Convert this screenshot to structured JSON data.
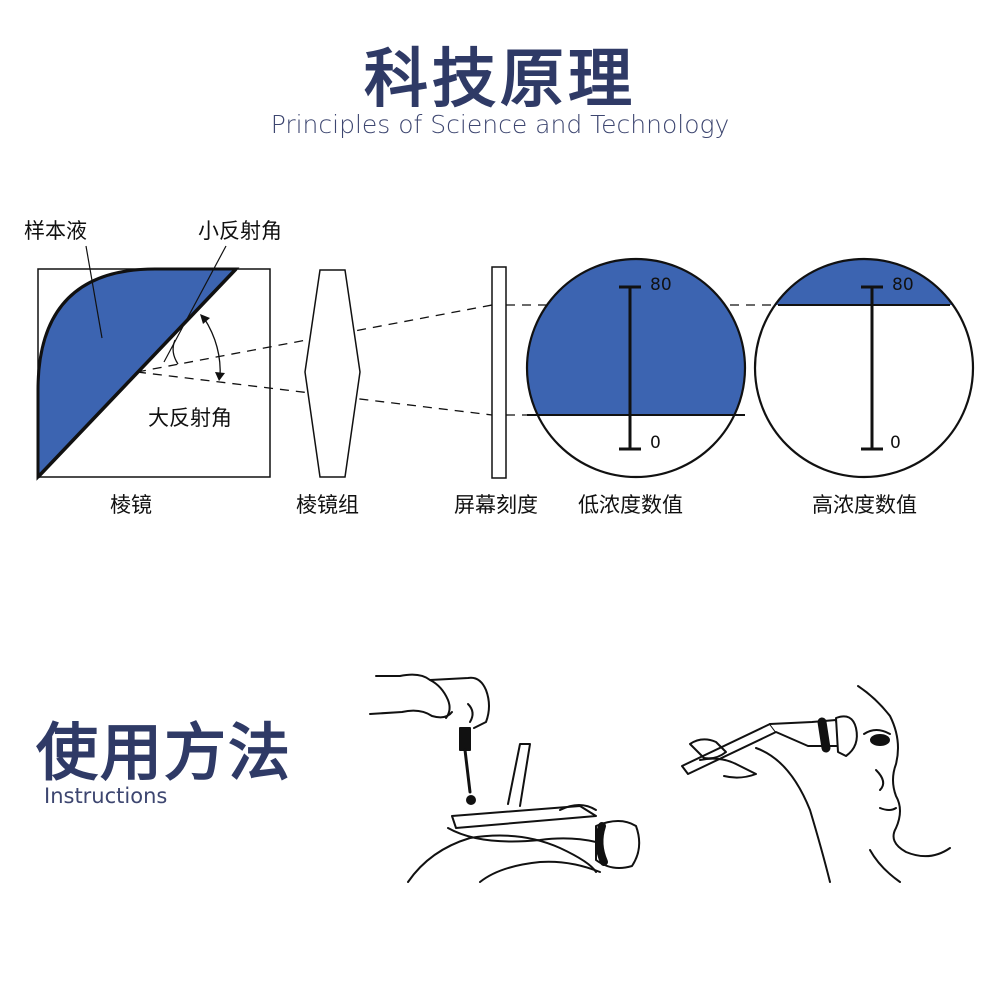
{
  "header": {
    "title": "科技原理",
    "subtitle": "Principles of Science and Technology"
  },
  "diagram": {
    "labels": {
      "sample_liquid": "样本液",
      "small_angle": "小反射角",
      "large_angle": "大反射角",
      "prism": "棱镜",
      "prism_group": "棱镜组",
      "screen_scale": "屏幕刻度",
      "low_value": "低浓度数值",
      "high_value": "高浓度数值"
    },
    "scale": {
      "max": "80",
      "min": "0"
    },
    "colors": {
      "fill": "#3c64b1",
      "line": "#111111",
      "title": "#2f3a66"
    }
  },
  "instructions": {
    "title": "使用方法",
    "subtitle": "Instructions"
  }
}
